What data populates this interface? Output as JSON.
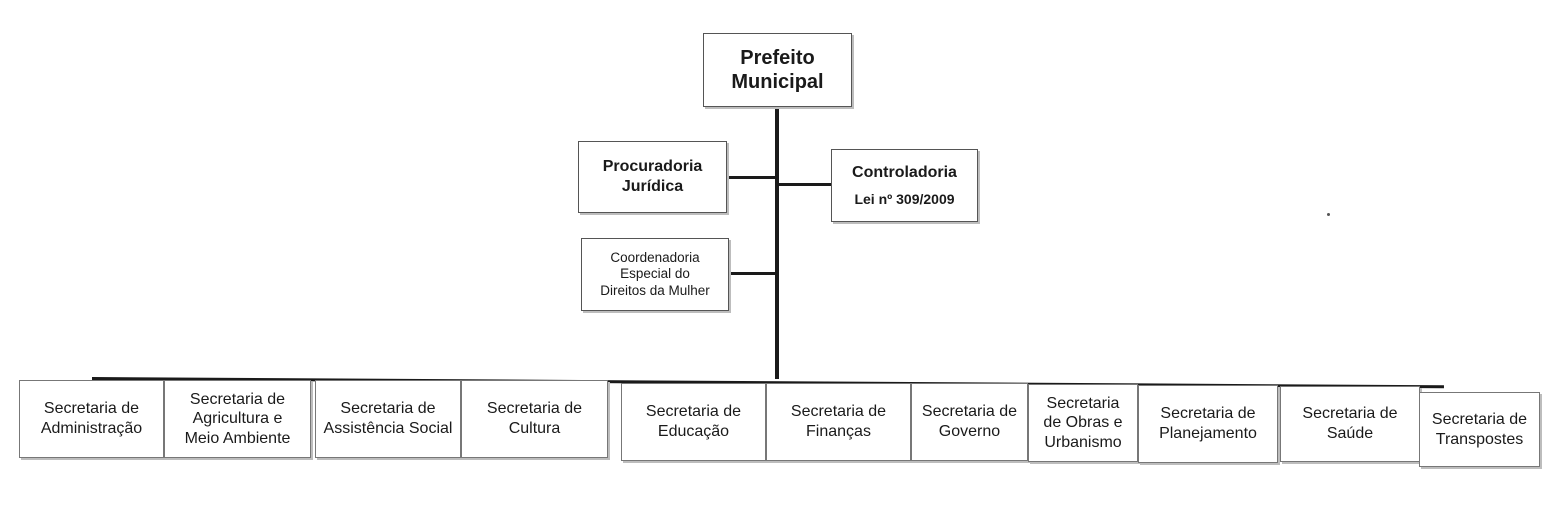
{
  "top": {
    "prefeito": "Prefeito\nMunicipal"
  },
  "staff": {
    "procuradoria": "Procuradoria\nJurídica",
    "controladoria": {
      "title": "Controladoria",
      "law": "Lei nº 309/2009"
    },
    "coordenadoria": "Coordenadoria\nEspecial do\nDireitos da Mulher"
  },
  "secretarias": [
    "Secretaria de\nAdministração",
    "Secretaria de\nAgricultura e\nMeio Ambiente",
    "Secretaria de\nAssistência Social",
    "Secretaria de\nCultura",
    "Secretaria de\nEducação",
    "Secretaria de\nFinanças",
    "Secretaria de\nGoverno",
    "Secretaria\nde Obras e\nUrbanismo",
    "Secretaria de\nPlanejamento",
    "Secretaria de\nSaúde",
    "Secretaria de\nTranspostes"
  ]
}
